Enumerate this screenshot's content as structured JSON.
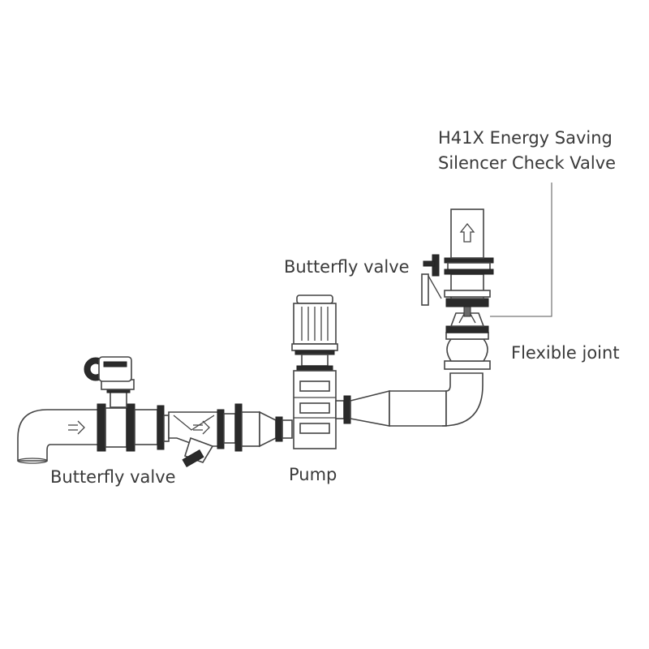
{
  "labels": {
    "check_valve_line1": "H41X Energy Saving",
    "check_valve_line2": "Silencer Check Valve",
    "butterfly_valve_top": "Butterfly valve",
    "flexible_joint": "Flexible joint",
    "butterfly_valve_bottom": "Butterfly valve",
    "pump": "Pump"
  },
  "colors": {
    "line": "#444444",
    "label_text": "#3a3a3a",
    "background": "#ffffff"
  }
}
